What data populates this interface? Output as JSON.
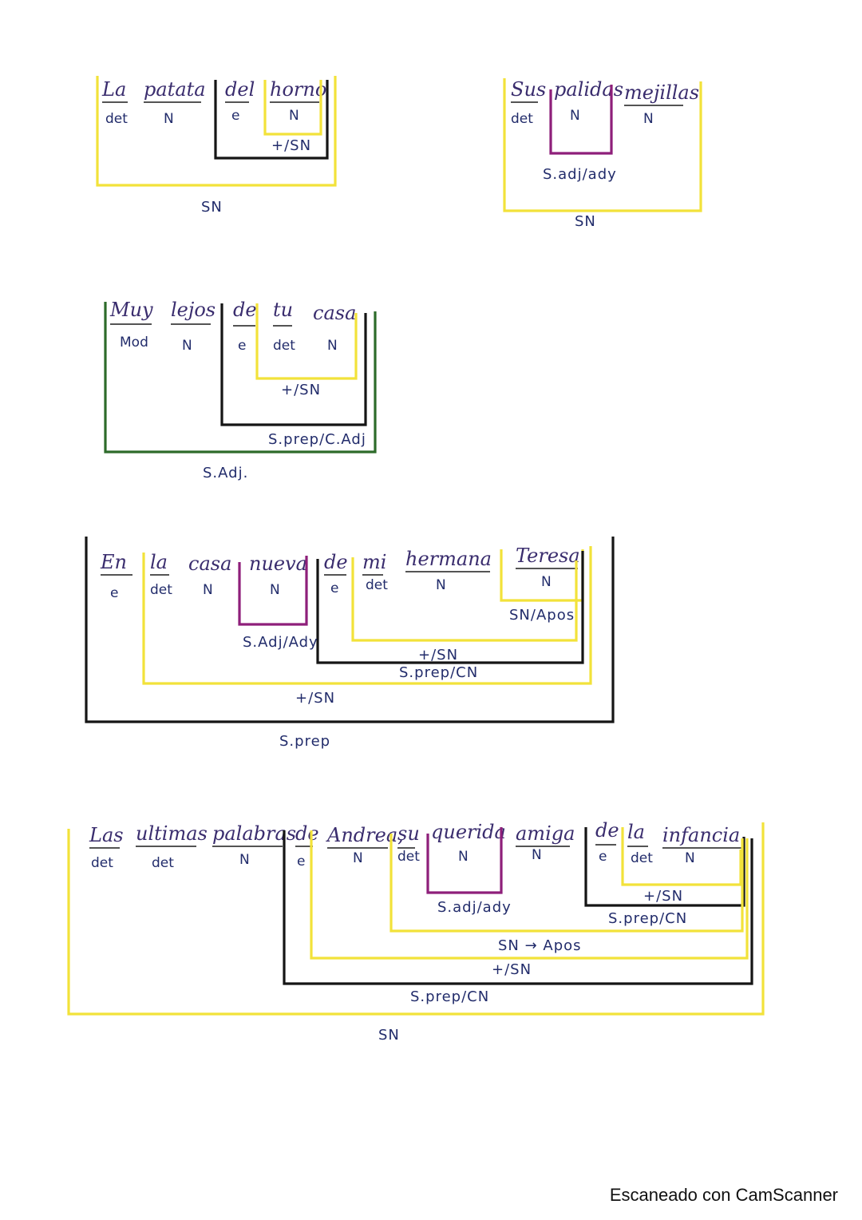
{
  "colors": {
    "yellow": "#f2e23a",
    "purple": "#8e1f7a",
    "black": "#151515",
    "green": "#2d6b2a",
    "ink": "#222c6b"
  },
  "phrases": [
    {
      "words": [
        {
          "text": "La",
          "tag": "det"
        },
        {
          "text": "patata",
          "tag": "N"
        },
        {
          "text": "del",
          "tag": "e"
        },
        {
          "text": "horno",
          "tag": "N"
        }
      ],
      "labels": [
        "+/SN",
        "SN"
      ]
    },
    {
      "words": [
        {
          "text": "Sus",
          "tag": "det"
        },
        {
          "text": "palidas",
          "tag": "N"
        },
        {
          "text": "mejillas",
          "tag": "N"
        }
      ],
      "labels": [
        "S.adj/ady",
        "SN"
      ]
    },
    {
      "words": [
        {
          "text": "Muy",
          "tag": "Mod"
        },
        {
          "text": "lejos",
          "tag": "N"
        },
        {
          "text": "de",
          "tag": "e"
        },
        {
          "text": "tu",
          "tag": "det"
        },
        {
          "text": "casa",
          "tag": "N"
        }
      ],
      "labels": [
        "+/SN",
        "S.prep/C.Adj",
        "S.Adj."
      ]
    },
    {
      "words": [
        {
          "text": "En",
          "tag": "e"
        },
        {
          "text": "la",
          "tag": "det"
        },
        {
          "text": "casa",
          "tag": "N"
        },
        {
          "text": "nueva",
          "tag": "N"
        },
        {
          "text": "de",
          "tag": "e"
        },
        {
          "text": "mi",
          "tag": "det"
        },
        {
          "text": "hermana",
          "tag": "N"
        },
        {
          "text": "Teresa",
          "tag": "N"
        }
      ],
      "labels": [
        "SN/Apos",
        "S.Adj/Ady",
        "+/SN",
        "S.prep/CN",
        "+/SN",
        "S.prep"
      ]
    },
    {
      "words": [
        {
          "text": "Las",
          "tag": "det"
        },
        {
          "text": "ultimas",
          "tag": "det"
        },
        {
          "text": "palabras",
          "tag": "N"
        },
        {
          "text": "de",
          "tag": "e"
        },
        {
          "text": "Andrea,",
          "tag": "N"
        },
        {
          "text": "su",
          "tag": "det"
        },
        {
          "text": "querida",
          "tag": "N"
        },
        {
          "text": "amiga",
          "tag": "N"
        },
        {
          "text": "de",
          "tag": "e"
        },
        {
          "text": "la",
          "tag": "det"
        },
        {
          "text": "infancia",
          "tag": "N"
        }
      ],
      "labels": [
        "+/SN",
        "S.adj/ady",
        "S.prep/CN",
        "SN → Apos",
        "+/SN",
        "S.prep/CN",
        "SN"
      ]
    }
  ],
  "footer": "Escaneado con CamScanner"
}
